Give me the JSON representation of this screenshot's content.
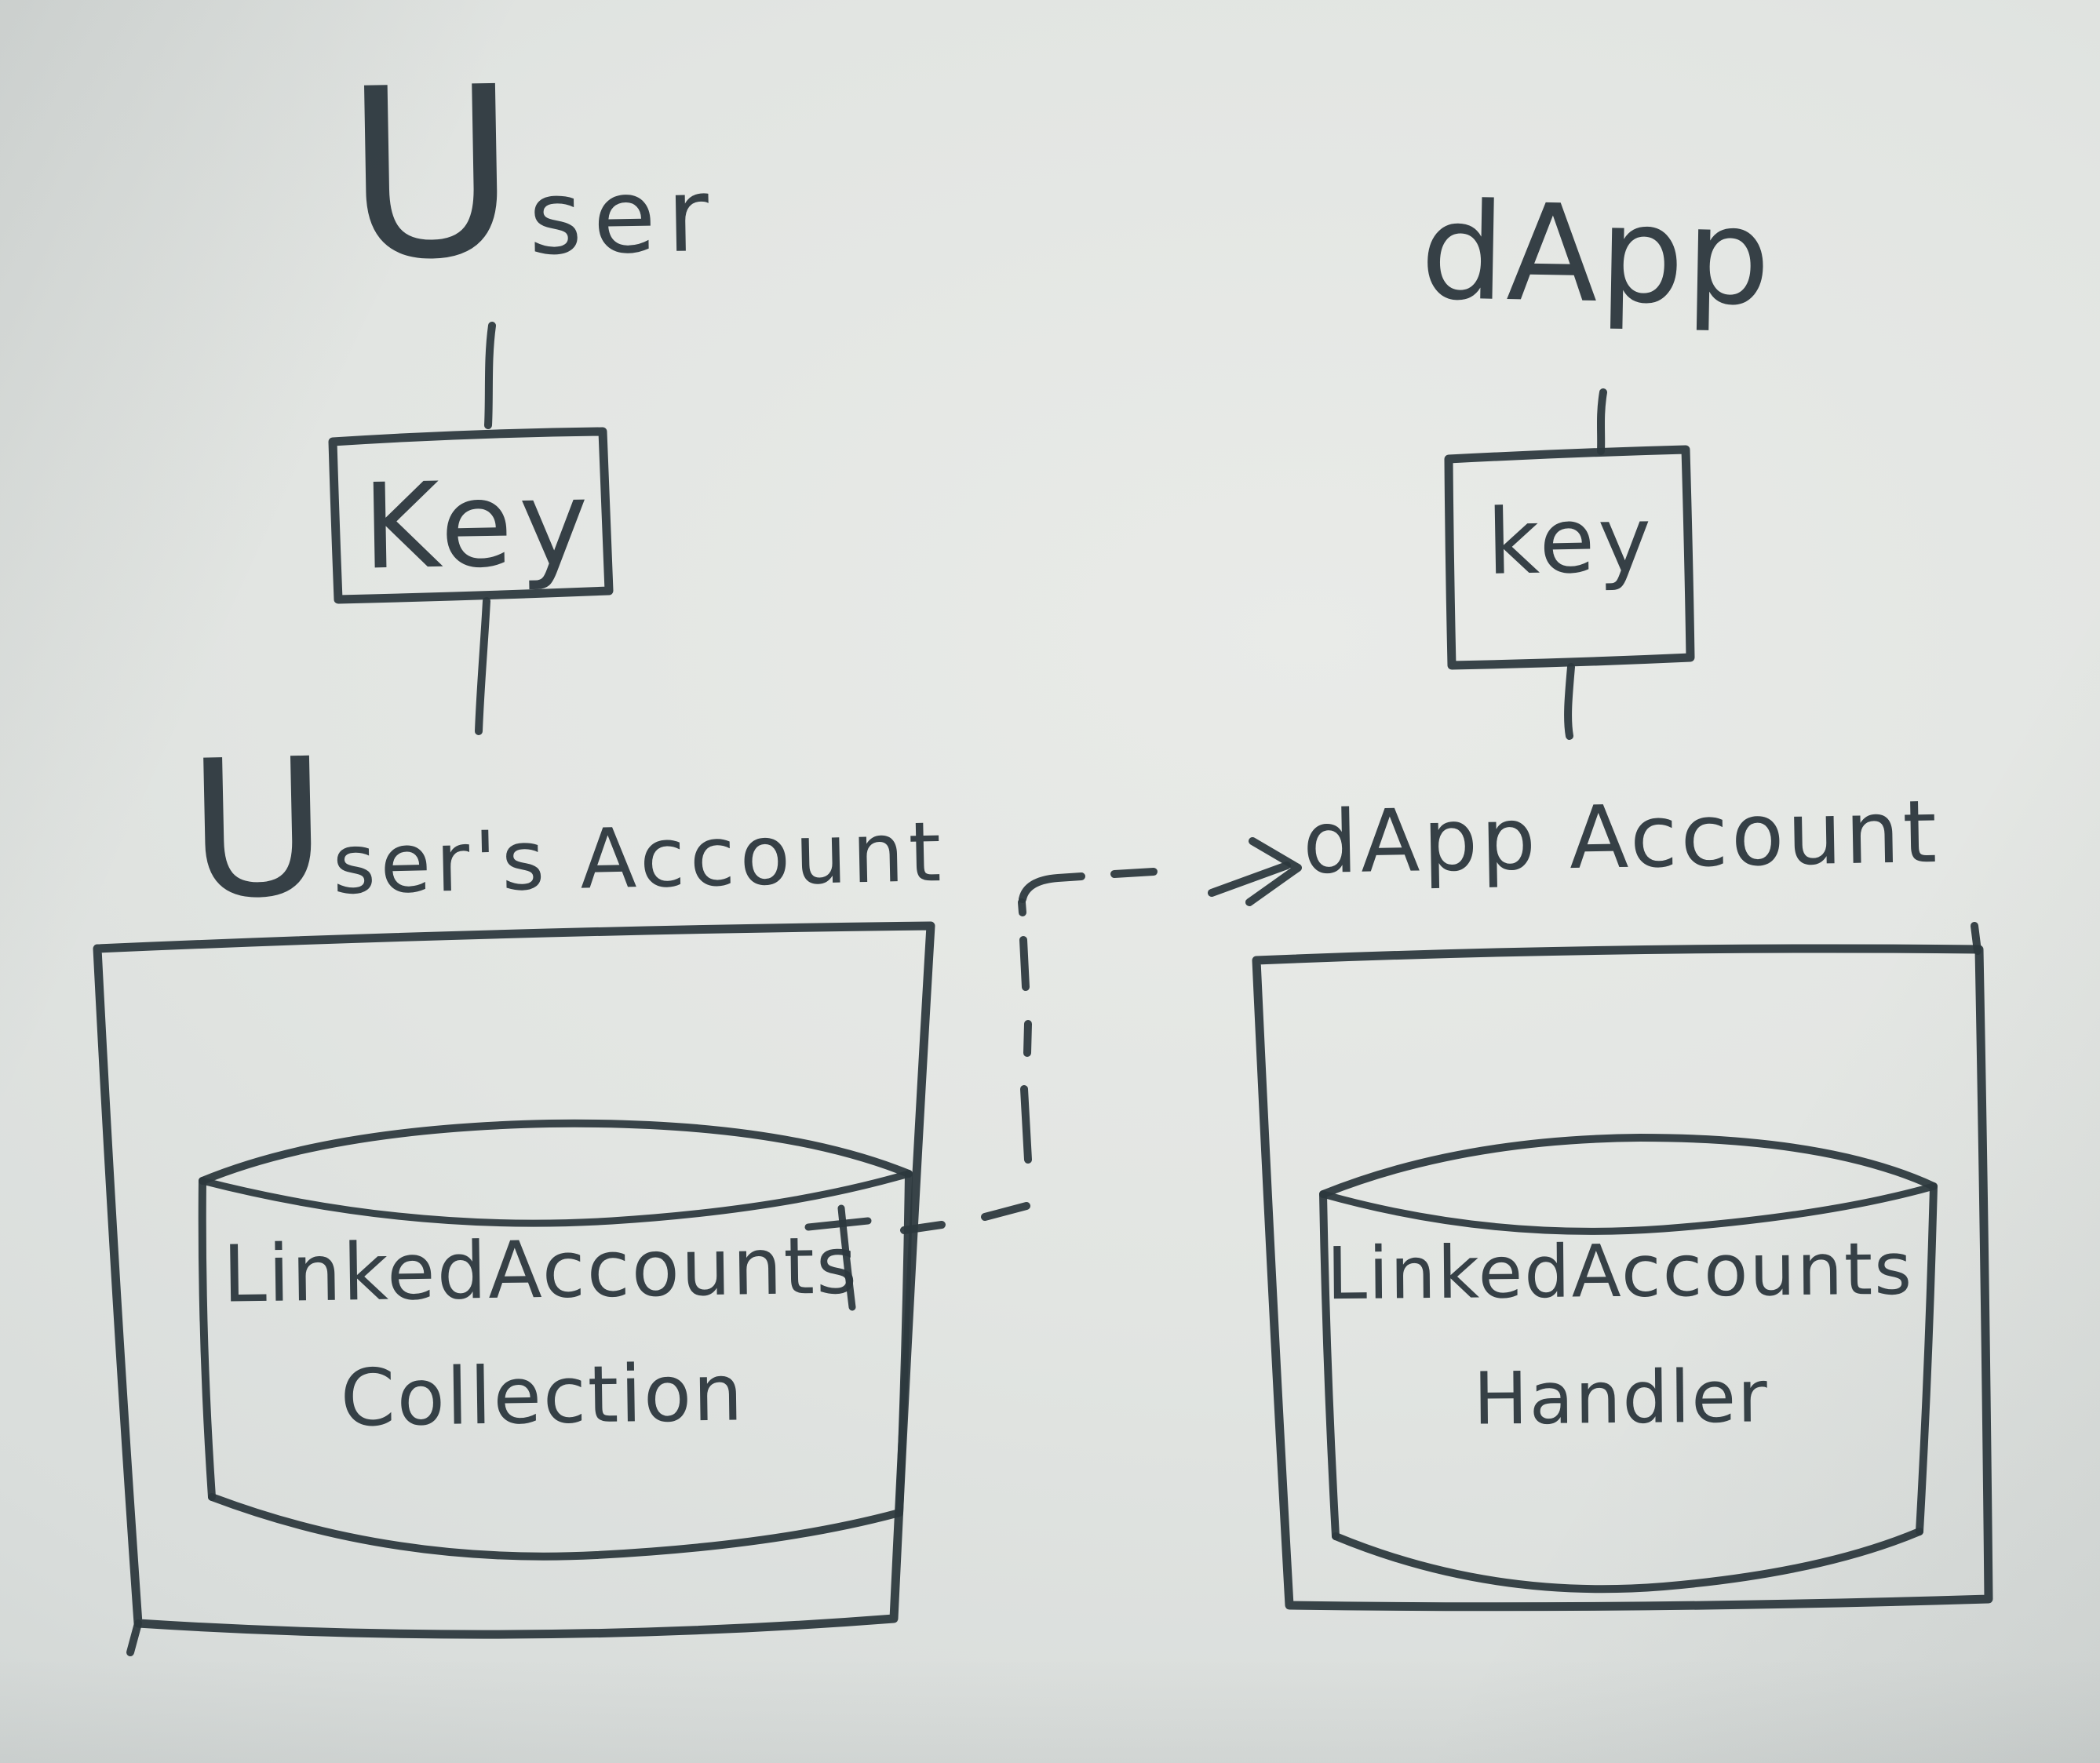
{
  "colors": {
    "ink": "#2d383e",
    "background": "#dfe2e0"
  },
  "labels": {
    "user": "User",
    "user_key": "Key",
    "users_account": "User's Account",
    "users_store_line1": "LinkedAccounts",
    "users_store_line2": "Collection",
    "dapp": "dApp",
    "dapp_key": "key",
    "dapp_account": "dApp Account",
    "dapp_store_line1": "LinkedAccounts",
    "dapp_store_line2": "Handler"
  },
  "relationships": [
    {
      "from": "User",
      "via": "Key",
      "to": "User's Account",
      "style": "solid-line"
    },
    {
      "from": "dApp",
      "via": "key",
      "to": "dApp Account",
      "style": "solid-line"
    },
    {
      "from": "LinkedAccounts Collection",
      "to": "dApp Account",
      "style": "dashed-arrow"
    }
  ]
}
